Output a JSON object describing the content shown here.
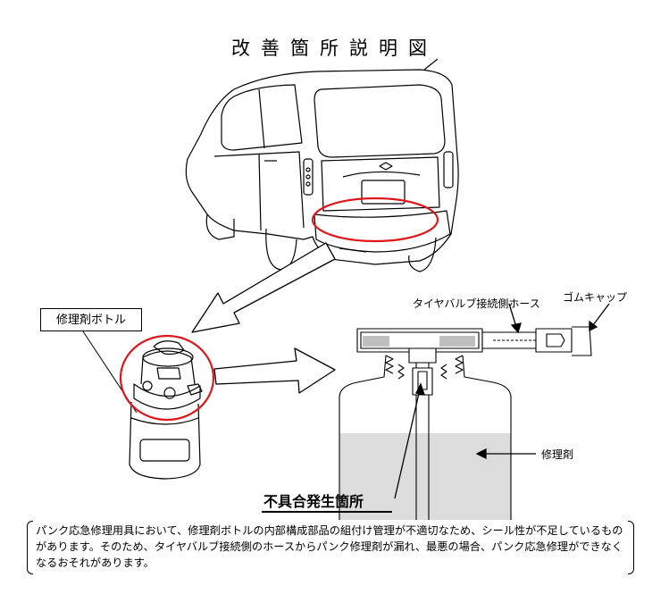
{
  "title": "改善箇所説明図",
  "labels": {
    "bottle": "修理剤ボトル",
    "hose": "タイヤバルブ接続側ホース",
    "cap": "ゴムキャップ",
    "agent": "修理剤",
    "defect": "不具合発生箇所"
  },
  "description": "パンク応急修理用具において、修理剤ボトルの内部構成部品の組付け管理が不適切なため、シール性が不足しているものがあります。そのため、タイヤバルブ接続側のホースからパンク修理剤が漏れ、最悪の場合、パンク応急修理ができなくなるおそれがあります。",
  "colors": {
    "highlight": "#e0161b",
    "line": "#000000",
    "liquid": "#dcdcdc"
  }
}
